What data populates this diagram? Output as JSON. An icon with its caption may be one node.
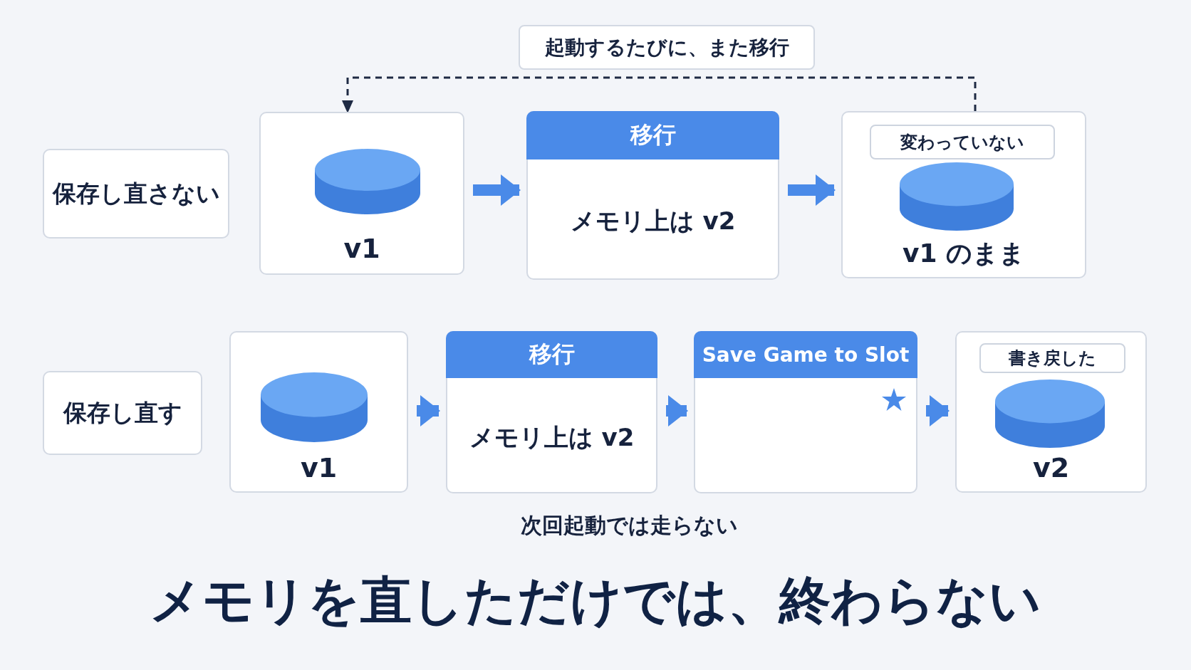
{
  "diagram": {
    "title": "メモリを直しただけでは、終わらない",
    "nodes": [
      {
        "text": [
          "保存し直さない"
        ]
      },
      {
        "text": [
          "v1"
        ]
      },
      {
        "text": [
          "移行",
          "メモリ上は v2"
        ]
      },
      {
        "text": [
          "v1 のまま"
        ]
      },
      {
        "text": [
          "変わっていない"
        ],
        "in": 3
      },
      {
        "text": [
          "保存し直す"
        ]
      },
      {
        "text": [
          "v1"
        ]
      },
      {
        "text": [
          "移行",
          "メモリ上は v2"
        ]
      },
      {
        "text": [
          "Save Game to Slot"
        ]
      },
      {
        "text": [
          "v2"
        ]
      },
      {
        "text": [
          "書き戻した"
        ],
        "in": 9
      }
    ],
    "edges": [
      {
        "from": 1,
        "to": 2,
        "arrow": "to"
      },
      {
        "from": 2,
        "to": 3,
        "arrow": "to"
      },
      {
        "from": 3,
        "to": 1,
        "arrow": "to",
        "style": "dashed",
        "color": "#1e2a44",
        "label": "起動するたびに、また移行"
      },
      {
        "from": 6,
        "to": 7,
        "arrow": "to"
      },
      {
        "from": 7,
        "to": 8,
        "arrow": "to"
      },
      {
        "from": 8,
        "to": 9,
        "arrow": "to"
      }
    ],
    "labels": [
      "次回起動では走らない"
    ]
  }
}
